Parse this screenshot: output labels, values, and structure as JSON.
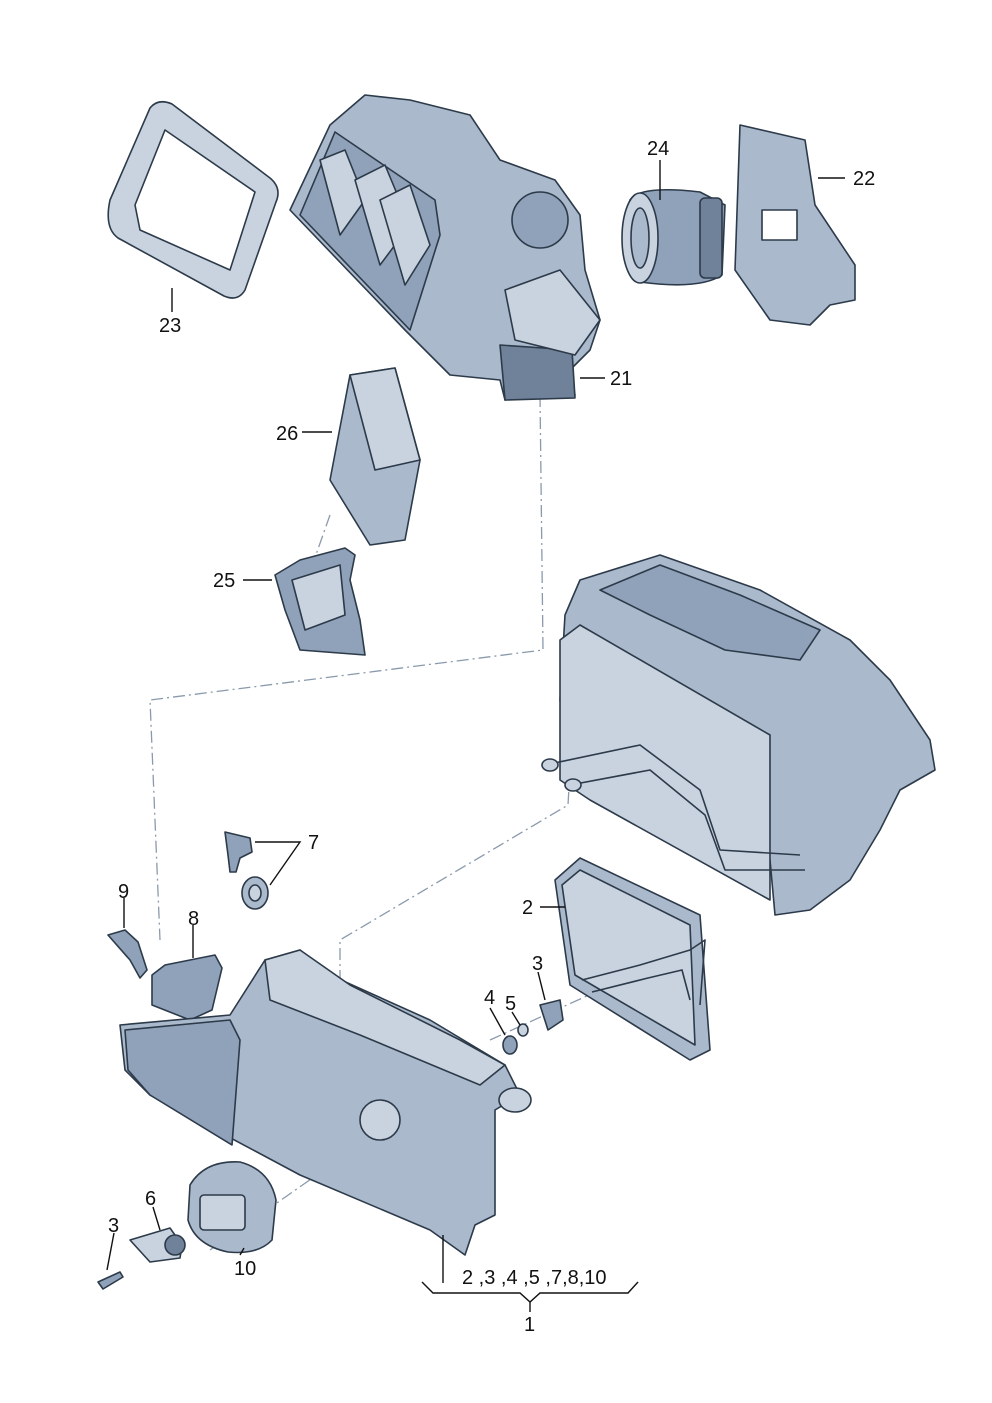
{
  "labels": {
    "p1": "1",
    "p2": "2",
    "p3a": "3",
    "p3b": "3",
    "p4": "4",
    "p5": "5",
    "p6": "6",
    "p7": "7",
    "p8": "8",
    "p9": "9",
    "p10": "10",
    "p21": "21",
    "p22": "22",
    "p23": "23",
    "p24": "24",
    "p25": "25",
    "p26": "26",
    "group": "2 ,3 ,4 ,5 ,7,8,10"
  },
  "colors": {
    "part_light": "#c9d3df",
    "part_mid": "#aab9cc",
    "part_dark": "#6f8299",
    "outline": "#2c3a4a",
    "dashed_line": "#8a9aac"
  }
}
